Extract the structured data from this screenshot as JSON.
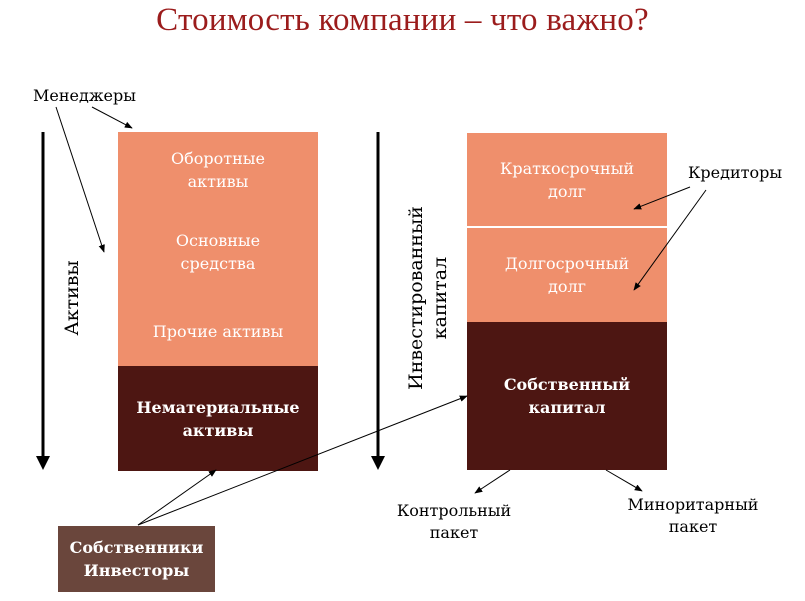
{
  "title": "Стоимость компании – что важно?",
  "labels": {
    "managers": "Менеджеры",
    "creditors": "Кредиторы",
    "assets": "Активы",
    "invested_capital_line1": "Инвестированный",
    "invested_capital_line2": "капитал",
    "controlling_line1": "Контрольный",
    "controlling_line2": "пакет",
    "minority_line1": "Миноритарный",
    "minority_line2": "пакет"
  },
  "left_block": {
    "current_assets_line1": "Оборотные",
    "current_assets_line2": "активы",
    "fixed_assets_line1": "Основные",
    "fixed_assets_line2": "средства",
    "other_assets": "Прочие активы",
    "intangible_line1": "Нематериальные",
    "intangible_line2": "активы"
  },
  "right_block": {
    "short_debt_line1": "Краткосрочный",
    "short_debt_line2": "долг",
    "long_debt_line1": "Долгосрочный",
    "long_debt_line2": "долг",
    "equity_line1": "Собственный",
    "equity_line2": "капитал"
  },
  "owners": {
    "line1": "Собственники",
    "line2": "Инвесторы"
  },
  "colors": {
    "title": "#9b1c1c",
    "salmon": "#ef8f6c",
    "dark": "#4d1612",
    "owners": "#6a463c"
  }
}
